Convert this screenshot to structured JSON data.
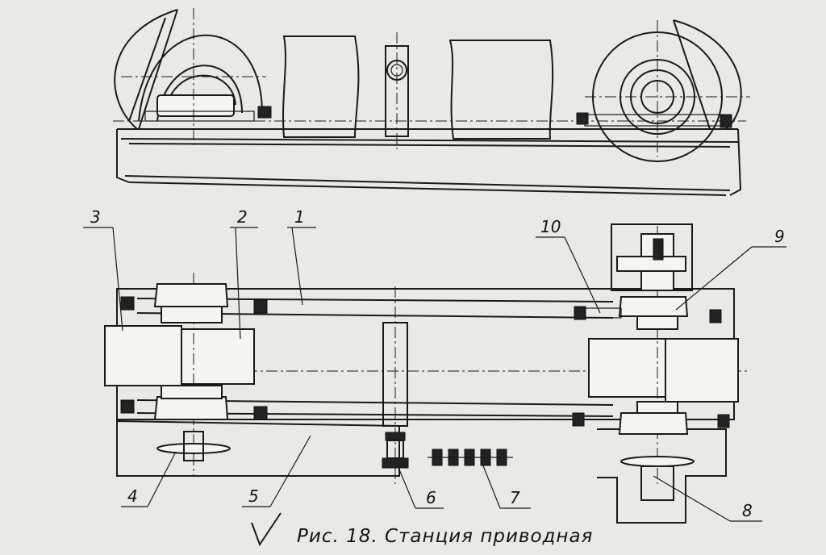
{
  "caption": "Рис. 18. Станция приводная",
  "callouts": [
    {
      "id": "3",
      "label": "3"
    },
    {
      "id": "2",
      "label": "2"
    },
    {
      "id": "1",
      "label": "1"
    },
    {
      "id": "10",
      "label": "10"
    },
    {
      "id": "9",
      "label": "9"
    },
    {
      "id": "4",
      "label": "4"
    },
    {
      "id": "5",
      "label": "5"
    },
    {
      "id": "6",
      "label": "6"
    },
    {
      "id": "7",
      "label": "7"
    },
    {
      "id": "8",
      "label": "8"
    }
  ],
  "colors": {
    "paper": "#e9e9e6",
    "ink": "#1a1a1a"
  }
}
